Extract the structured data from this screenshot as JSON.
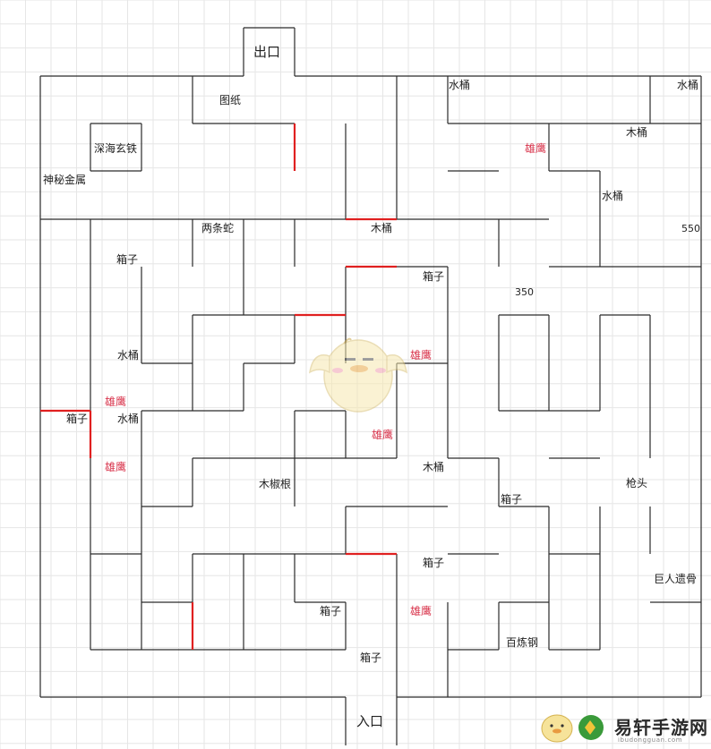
{
  "gates": {
    "exit": "出口",
    "entrance": "入口"
  },
  "labels": {
    "map_paper": "图纸",
    "deep_sea_iron": "深海玄铁",
    "mystic_metal": "神秘金属",
    "two_snakes": "两条蛇",
    "box": "箱子",
    "bucket": "水桶",
    "wood_bucket": "木桶",
    "eagle": "雄鹰",
    "pepper_root": "木椒根",
    "spear_head": "枪头",
    "giant_bones": "巨人遗骨",
    "refined_steel": "百炼钢",
    "n550": "550",
    "n350": "350"
  },
  "watermark": {
    "brand": "易轩手游网",
    "domain": "ibudongguan.com"
  },
  "colors": {
    "wall": "#2a2a2a",
    "red_wall": "#e02020",
    "grid": "#e6e6e6",
    "eagle_text": "#d8324a"
  }
}
